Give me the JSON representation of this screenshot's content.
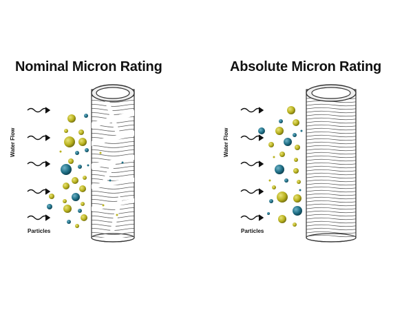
{
  "left_panel": {
    "title": "Nominal Micron Rating",
    "water_flow_label": "Water Flow",
    "particles_label": "Particles"
  },
  "right_panel": {
    "title": "Absolute Micron Rating",
    "water_flow_label": "Water Flow",
    "particles_label": "Particles"
  },
  "colors": {
    "yellow_particle": "#b9b21e",
    "blue_particle": "#1f6f86",
    "filter_stroke": "#333333"
  }
}
